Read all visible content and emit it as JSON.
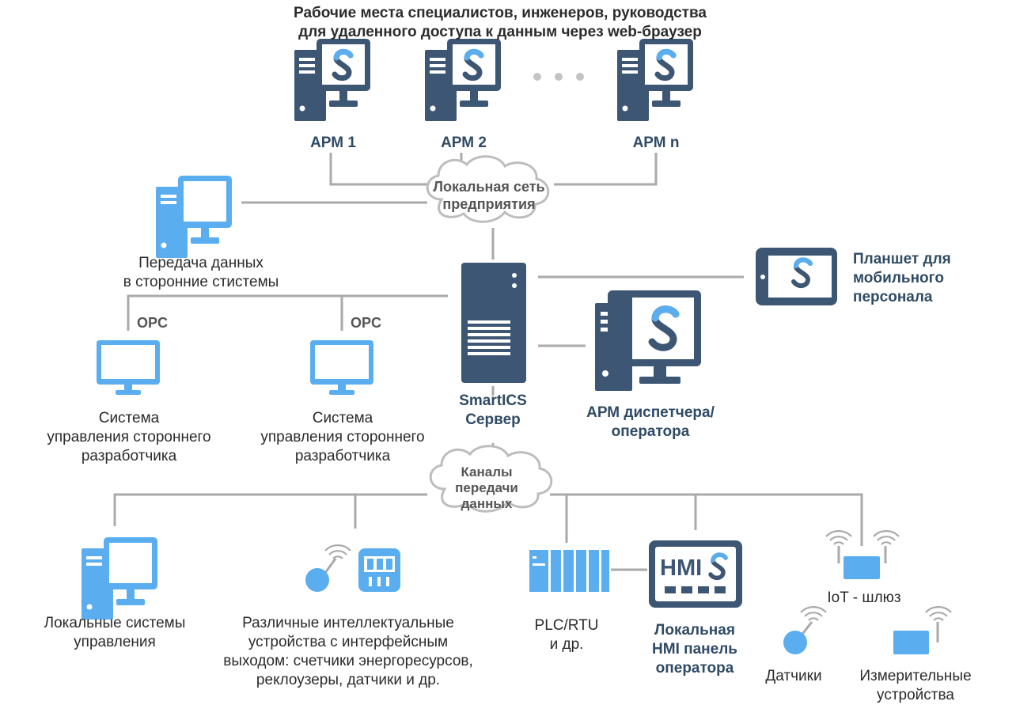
{
  "header": {
    "line1": "Рабочие места специалистов, инженеров, руководства",
    "line2": "для удаленного доступа к данным через web-браузер"
  },
  "workstations": [
    {
      "label": "АРМ 1"
    },
    {
      "label": "АРМ 2"
    },
    {
      "label": "АРМ n"
    }
  ],
  "lan_cloud": {
    "line1": "Локальная сеть",
    "line2": "предприятия"
  },
  "export": {
    "line1": "Передача данных",
    "line2": "в сторонние стистемы"
  },
  "opc": {
    "left": "OPC",
    "right": "OPC"
  },
  "third_party": {
    "line1": "Система",
    "line2": "управления стороннего",
    "line3": "разработчика"
  },
  "server": {
    "line1": "SmartICS",
    "line2": "Сервер"
  },
  "tablet": {
    "line1": "Планшет для",
    "line2": "мобильного",
    "line3": "персонала"
  },
  "dispatcher": {
    "line1": "АРМ диспетчера/",
    "line2": "оператора"
  },
  "channels_cloud": {
    "line1": "Каналы",
    "line2": "передачи",
    "line3": "данных"
  },
  "local_systems": {
    "line1": "Локальные системы",
    "line2": "управления"
  },
  "smart_devices": {
    "line1": "Различные интеллектуальные",
    "line2": "устройства с интерфейсным",
    "line3": "выходом: счетчики энергоресурсов,",
    "line4": "реклоузеры, датчики и др."
  },
  "plc": {
    "line1": "PLC/RTU",
    "line2": "и др."
  },
  "hmi": {
    "screen_text": "HMI",
    "line1": "Локальная",
    "line2": "HMI панель",
    "line3": "оператора"
  },
  "iot": {
    "label": "IoT - шлюз"
  },
  "sensors": {
    "label": "Датчики"
  },
  "meters": {
    "line1": "Измерительные",
    "line2": "устройства"
  },
  "colors": {
    "dark": "#3d5673",
    "light": "#5aaef0",
    "line": "#aaaaaa",
    "text": "#2b2b2b",
    "accent_text": "#2f4a64"
  }
}
